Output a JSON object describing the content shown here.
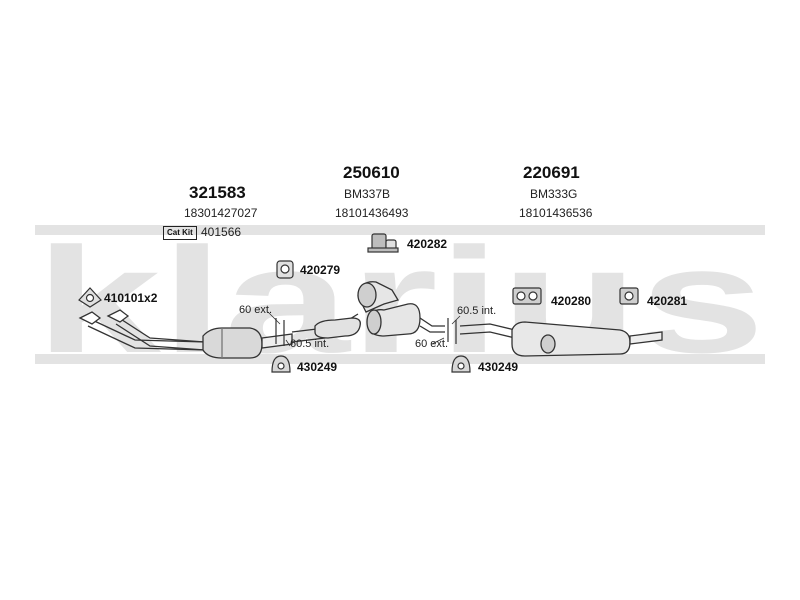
{
  "watermark": {
    "text": "klarius",
    "color": "#e3e3e3"
  },
  "groups": [
    {
      "id": "front",
      "part_number": "321583",
      "oem_number": "18301427027",
      "catkit_badge": "Cat Kit",
      "catkit_number": "401566"
    },
    {
      "id": "middle",
      "part_number": "250610",
      "model": "BM337B",
      "oem_number": "18101436493"
    },
    {
      "id": "rear",
      "part_number": "220691",
      "model": "BM333G",
      "oem_number": "18101436536"
    }
  ],
  "fittings": [
    {
      "id": "gasket",
      "number": "410101x2",
      "icon": "gasket-icon"
    },
    {
      "id": "mount-front",
      "number": "420279",
      "icon": "rubber-mount-icon"
    },
    {
      "id": "mount-middle",
      "number": "420282",
      "icon": "rubber-mount-icon"
    },
    {
      "id": "mount-rear-a",
      "number": "420280",
      "icon": "rubber-mount-icon"
    },
    {
      "id": "mount-rear-b",
      "number": "420281",
      "icon": "rubber-mount-icon"
    },
    {
      "id": "clamp-front",
      "number": "430249",
      "icon": "clamp-icon"
    },
    {
      "id": "clamp-rear",
      "number": "430249",
      "icon": "clamp-icon"
    }
  ],
  "joints": [
    {
      "id": "joint1-ext",
      "text": "60 ext."
    },
    {
      "id": "joint1-int",
      "text": "60.5 int."
    },
    {
      "id": "joint2-int",
      "text": "60.5 int."
    },
    {
      "id": "joint2-ext",
      "text": "60 ext."
    }
  ]
}
